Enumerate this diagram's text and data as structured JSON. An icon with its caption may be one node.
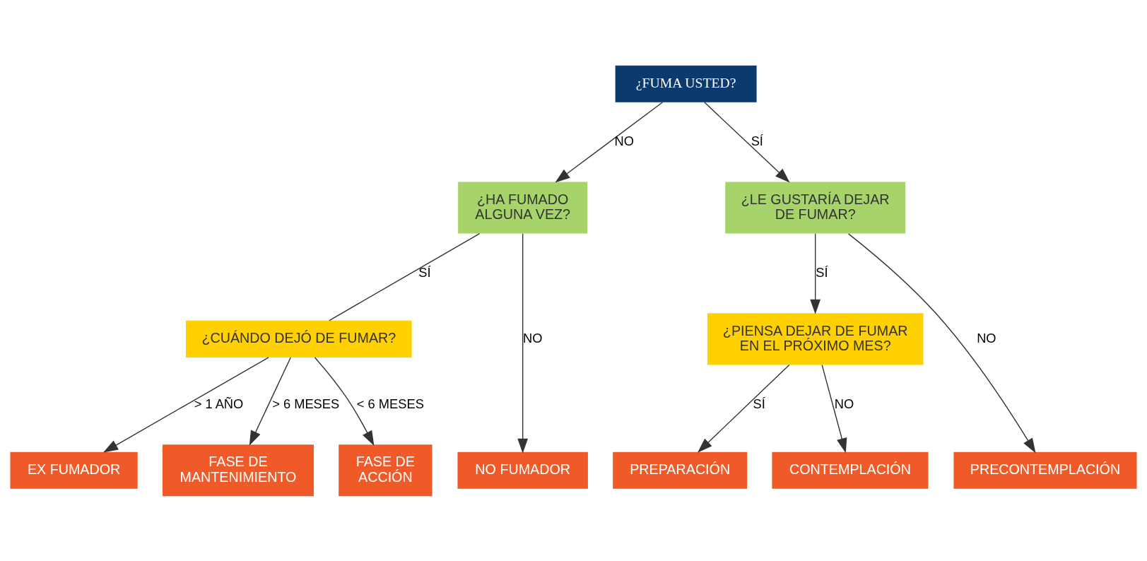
{
  "diagram": {
    "nodes": [
      {
        "text": [
          "¿FUMA USTED?"
        ]
      },
      {
        "text": [
          "¿HA FUMADO ALGUNA VEZ?"
        ]
      },
      {
        "text": [
          "¿LE GUSTARÍA DEJAR DE FUMAR?"
        ]
      },
      {
        "text": [
          "¿CUÁNDO DEJÓ DE FUMAR?"
        ]
      },
      {
        "text": [
          "¿PIENSA DEJAR DE FUMAR EN EL PRÓXIMO MES?"
        ]
      },
      {
        "text": [
          "NO FUMADOR"
        ]
      },
      {
        "text": [
          "EX FUMADOR"
        ]
      },
      {
        "text": [
          "FASE DE MANTENIMIENTO"
        ]
      },
      {
        "text": [
          "FASE DE ACCIÓN"
        ]
      },
      {
        "text": [
          "PREPARACIÓN"
        ]
      },
      {
        "text": [
          "CONTEMPLACIÓN"
        ]
      },
      {
        "text": [
          "PRECONTEMPLACIÓN"
        ]
      }
    ],
    "edges": [
      {
        "from": 0,
        "to": 1,
        "arrow": "to",
        "label": "NO"
      },
      {
        "from": 0,
        "to": 2,
        "arrow": "to",
        "label": "SÍ"
      },
      {
        "from": 1,
        "to": 5,
        "arrow": "to",
        "label": "NO"
      },
      {
        "from": 1,
        "to": 3,
        "arrow": "none",
        "label": "SÍ"
      },
      {
        "from": 3,
        "to": 6,
        "arrow": "to",
        "label": "> 1 AÑO"
      },
      {
        "from": 3,
        "to": 7,
        "arrow": "to",
        "label": "> 6 MESES"
      },
      {
        "from": 3,
        "to": 8,
        "arrow": "to",
        "label": "< 6 MESES"
      },
      {
        "from": 2,
        "to": 4,
        "arrow": "to",
        "label": "SÍ"
      },
      {
        "from": 2,
        "to": 11,
        "arrow": "to",
        "label": "NO"
      },
      {
        "from": 4,
        "to": 9,
        "arrow": "to",
        "label": "SÍ"
      },
      {
        "from": 4,
        "to": 10,
        "arrow": "to",
        "label": "NO"
      }
    ]
  }
}
